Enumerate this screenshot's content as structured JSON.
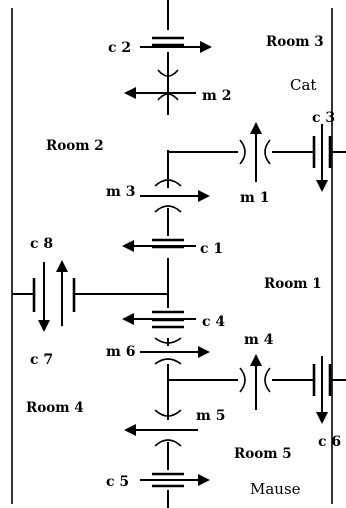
{
  "labels": {
    "room1": "Room 1",
    "room2": "Room 2",
    "room3": "Room 3",
    "room4": "Room 4",
    "room5": "Room 5",
    "cat": "Cat",
    "mouse": "Mause",
    "c1": "c 1",
    "c2": "c 2",
    "c3": "c 3",
    "c4": "c 4",
    "c5": "c 5",
    "c6": "c 6",
    "c7": "c 7",
    "c8": "c 8",
    "m1": "m 1",
    "m2": "m 2",
    "m3": "m 3",
    "m4": "m 4",
    "m5": "m 5",
    "m6": "m 6"
  }
}
